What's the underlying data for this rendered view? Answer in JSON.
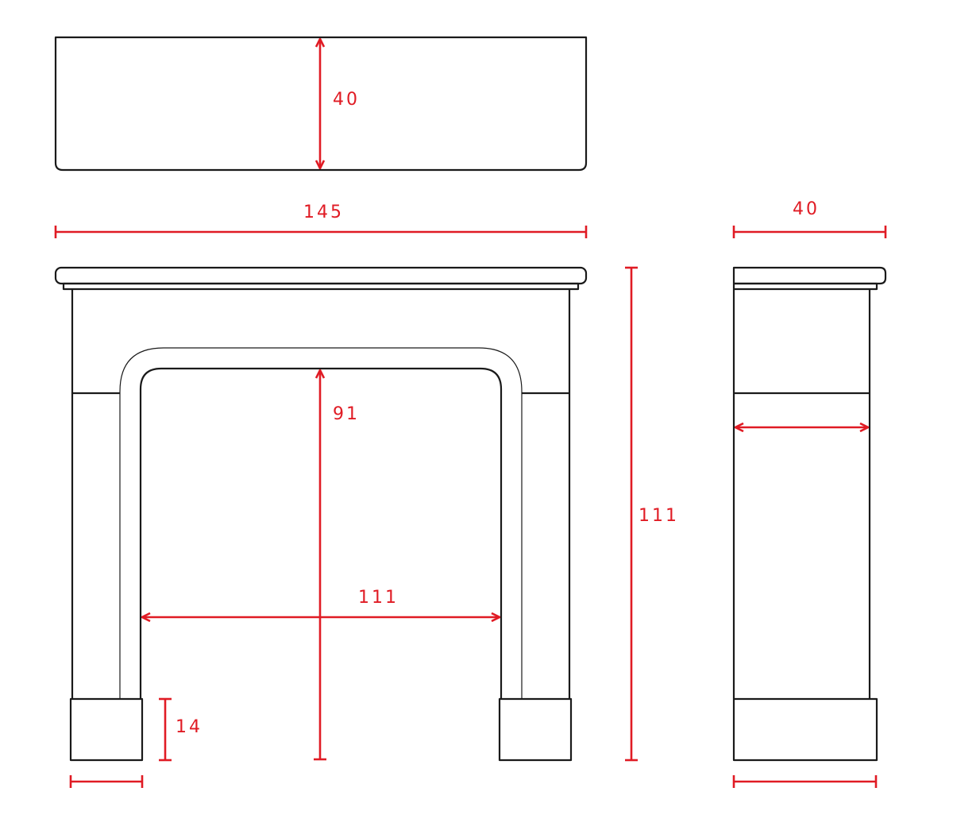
{
  "colors": {
    "outline": "#1a1a1a",
    "dimension": "#e01b24",
    "background": "#ffffff"
  },
  "labels": {
    "top_depth": "40",
    "overall_width": "145",
    "side_depth": "40",
    "overall_height": "111",
    "opening_height": "91",
    "opening_width": "111",
    "plinth_height": "14"
  }
}
